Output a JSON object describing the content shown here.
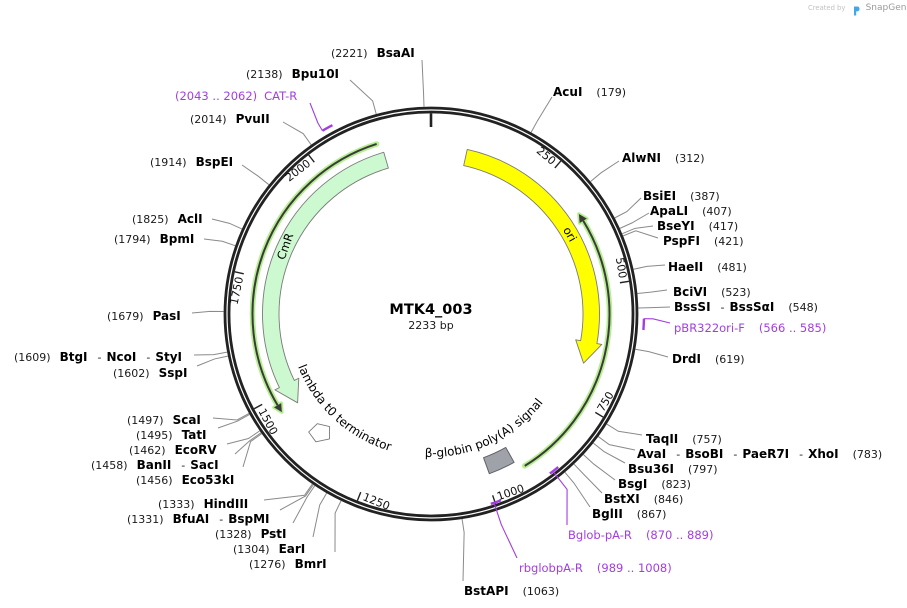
{
  "watermark": {
    "created_by": "Created by",
    "brand": "SnapGene",
    "logo_color": "#43a7ea"
  },
  "map": {
    "name": "MTK4_003",
    "length_label": "2233 bp",
    "length_bp": 2233,
    "ticks": [
      "250",
      "500",
      "750",
      "1000",
      "1250",
      "1500",
      "1750",
      "2000"
    ]
  },
  "colors": {
    "backbone": "#222222",
    "leader": "#8a8a8a",
    "primer": "#a23ee0",
    "orf_line": "#3a3a3a",
    "orf_halo": "#b5ee8f",
    "feature_stroke": "#7a7a7a"
  },
  "features": [
    {
      "name": "ori",
      "start": 77,
      "end": 669,
      "direction": "forward",
      "shape": "arrow",
      "color": "#ffff00"
    },
    {
      "name": "CmR",
      "start": 1466,
      "end": 2132,
      "direction": "reverse",
      "shape": "arrow",
      "color": "#ccf9cf"
    },
    {
      "name": "lambda t0 terminator",
      "start": 1359,
      "end": 1402,
      "direction": "reverse",
      "shape": "pentagon",
      "color": "#ffffff"
    },
    {
      "name": "β-globin poly(A) signal",
      "start": 935,
      "end": 992,
      "direction": "none",
      "shape": "box",
      "color": "#9fa3a9"
    }
  ],
  "orfs": [
    {
      "start": 347,
      "end": 920,
      "direction": "reverse"
    },
    {
      "start": 1468,
      "end": 2123,
      "direction": "reverse"
    }
  ],
  "primers": [
    {
      "name": "CAT-R",
      "range": "(2043 .. 2062)",
      "start": 2043,
      "end": 2062
    },
    {
      "name": "pBR322ori-F",
      "range": "(566 .. 585)",
      "start": 566,
      "end": 585
    },
    {
      "name": "Bglob-pA-R",
      "range": "(870 .. 889)",
      "start": 870,
      "end": 889
    },
    {
      "name": "rbglobpA-R",
      "range": "(989 .. 1008)",
      "start": 989,
      "end": 1008
    }
  ],
  "separator": "-",
  "sites": [
    {
      "enzymes": [
        "BsaAI"
      ],
      "position": "(2221)",
      "bp": 2221
    },
    {
      "enzymes": [
        "Bpu10I"
      ],
      "position": "(2138)",
      "bp": 2138
    },
    {
      "enzymes": [
        "PvuII"
      ],
      "position": "(2014)",
      "bp": 2014
    },
    {
      "enzymes": [
        "BspEI"
      ],
      "position": "(1914)",
      "bp": 1914
    },
    {
      "enzymes": [
        "AclI"
      ],
      "position": "(1825)",
      "bp": 1825
    },
    {
      "enzymes": [
        "BpmI"
      ],
      "position": "(1794)",
      "bp": 1794
    },
    {
      "enzymes": [
        "PasI"
      ],
      "position": "(1679)",
      "bp": 1679
    },
    {
      "enzymes": [
        "BtgI",
        "NcoI",
        "StyI"
      ],
      "position": "(1609)",
      "bp": 1609
    },
    {
      "enzymes": [
        "SspI"
      ],
      "position": "(1602)",
      "bp": 1602
    },
    {
      "enzymes": [
        "ScaI"
      ],
      "position": "(1497)",
      "bp": 1497
    },
    {
      "enzymes": [
        "TatI"
      ],
      "position": "(1495)",
      "bp": 1495
    },
    {
      "enzymes": [
        "EcoRV"
      ],
      "position": "(1462)",
      "bp": 1462
    },
    {
      "enzymes": [
        "BanII",
        "SacI"
      ],
      "position": "(1458)",
      "bp": 1458
    },
    {
      "enzymes": [
        "Eco53kI"
      ],
      "position": "(1456)",
      "bp": 1456
    },
    {
      "enzymes": [
        "HindIII"
      ],
      "position": "(1333)",
      "bp": 1333
    },
    {
      "enzymes": [
        "BfuAI",
        "BspMI"
      ],
      "position": "(1331)",
      "bp": 1331
    },
    {
      "enzymes": [
        "PstI"
      ],
      "position": "(1328)",
      "bp": 1328
    },
    {
      "enzymes": [
        "EarI"
      ],
      "position": "(1304)",
      "bp": 1304
    },
    {
      "enzymes": [
        "BmrI"
      ],
      "position": "(1276)",
      "bp": 1276
    },
    {
      "enzymes": [
        "BstAPI"
      ],
      "position": "(1063)",
      "bp": 1063
    },
    {
      "enzymes": [
        "BglII"
      ],
      "position": "(867)",
      "bp": 867
    },
    {
      "enzymes": [
        "BstXI"
      ],
      "position": "(846)",
      "bp": 846
    },
    {
      "enzymes": [
        "BsgI"
      ],
      "position": "(823)",
      "bp": 823
    },
    {
      "enzymes": [
        "Bsu36I"
      ],
      "position": "(797)",
      "bp": 797
    },
    {
      "enzymes": [
        "AvaI",
        "BsoBI",
        "PaeR7I",
        "XhoI"
      ],
      "position": "(783)",
      "bp": 783
    },
    {
      "enzymes": [
        "TaqII"
      ],
      "position": "(757)",
      "bp": 757
    },
    {
      "enzymes": [
        "DrdI"
      ],
      "position": "(619)",
      "bp": 619
    },
    {
      "enzymes": [
        "BssSI",
        "BssSαI"
      ],
      "position": "(548)",
      "bp": 548
    },
    {
      "enzymes": [
        "BciVI"
      ],
      "position": "(523)",
      "bp": 523
    },
    {
      "enzymes": [
        "HaeII"
      ],
      "position": "(481)",
      "bp": 481
    },
    {
      "enzymes": [
        "PspFI"
      ],
      "position": "(421)",
      "bp": 421
    },
    {
      "enzymes": [
        "BseYI"
      ],
      "position": "(417)",
      "bp": 417
    },
    {
      "enzymes": [
        "ApaLI"
      ],
      "position": "(407)",
      "bp": 407
    },
    {
      "enzymes": [
        "BsiEI"
      ],
      "position": "(387)",
      "bp": 387
    },
    {
      "enzymes": [
        "AlwNI"
      ],
      "position": "(312)",
      "bp": 312
    },
    {
      "enzymes": [
        "AcuI"
      ],
      "position": "(179)",
      "bp": 179
    }
  ]
}
